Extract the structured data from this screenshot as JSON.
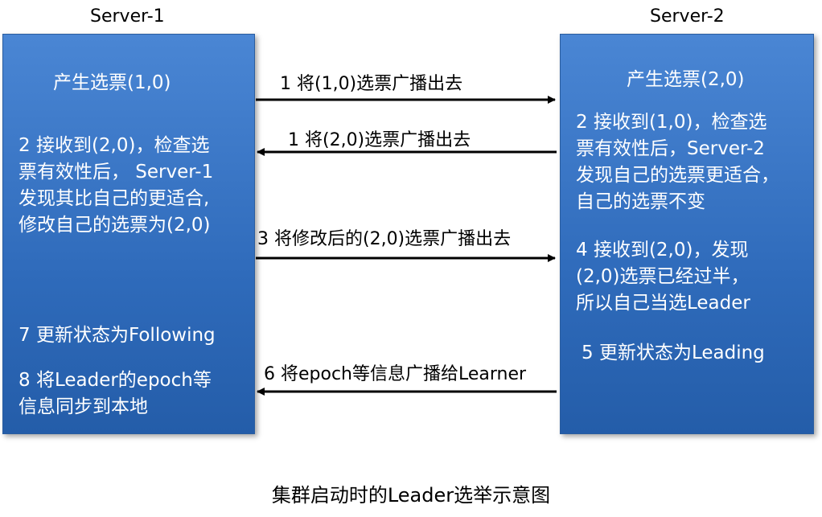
{
  "caption": "集群启动时的Leader选举示意图",
  "server1": {
    "title": "Server-1",
    "texts": [
      "产生选票(1,0)",
      "2 接收到(2,0)，检查选\n票有效性后， Server-1\n发现其比自己的更适合,\n修改自己的选票为(2,0)",
      "7 更新状态为Following",
      "8 将Leader的epoch等\n信息同步到本地"
    ]
  },
  "server2": {
    "title": "Server-2",
    "texts": [
      "产生选票(2,0)",
      "2 接收到(1,0)，检查选\n票有效性后，Server-2\n发现自己的选票更适合，\n自己的选票不变",
      "4 接收到(2,0)，发现\n(2,0)选票已经过半，\n所以自己当选Leader",
      "5 更新状态为Leading"
    ]
  },
  "messages": [
    {
      "label": "1 将(1,0)选票广播出去",
      "direction": "right"
    },
    {
      "label": "1 将(2,0)选票广播出去",
      "direction": "left"
    },
    {
      "label": "3 将修改后的(2,0)选票广播出去",
      "direction": "right"
    },
    {
      "label": "6 将epoch等信息广播给Learner",
      "direction": "left"
    }
  ]
}
